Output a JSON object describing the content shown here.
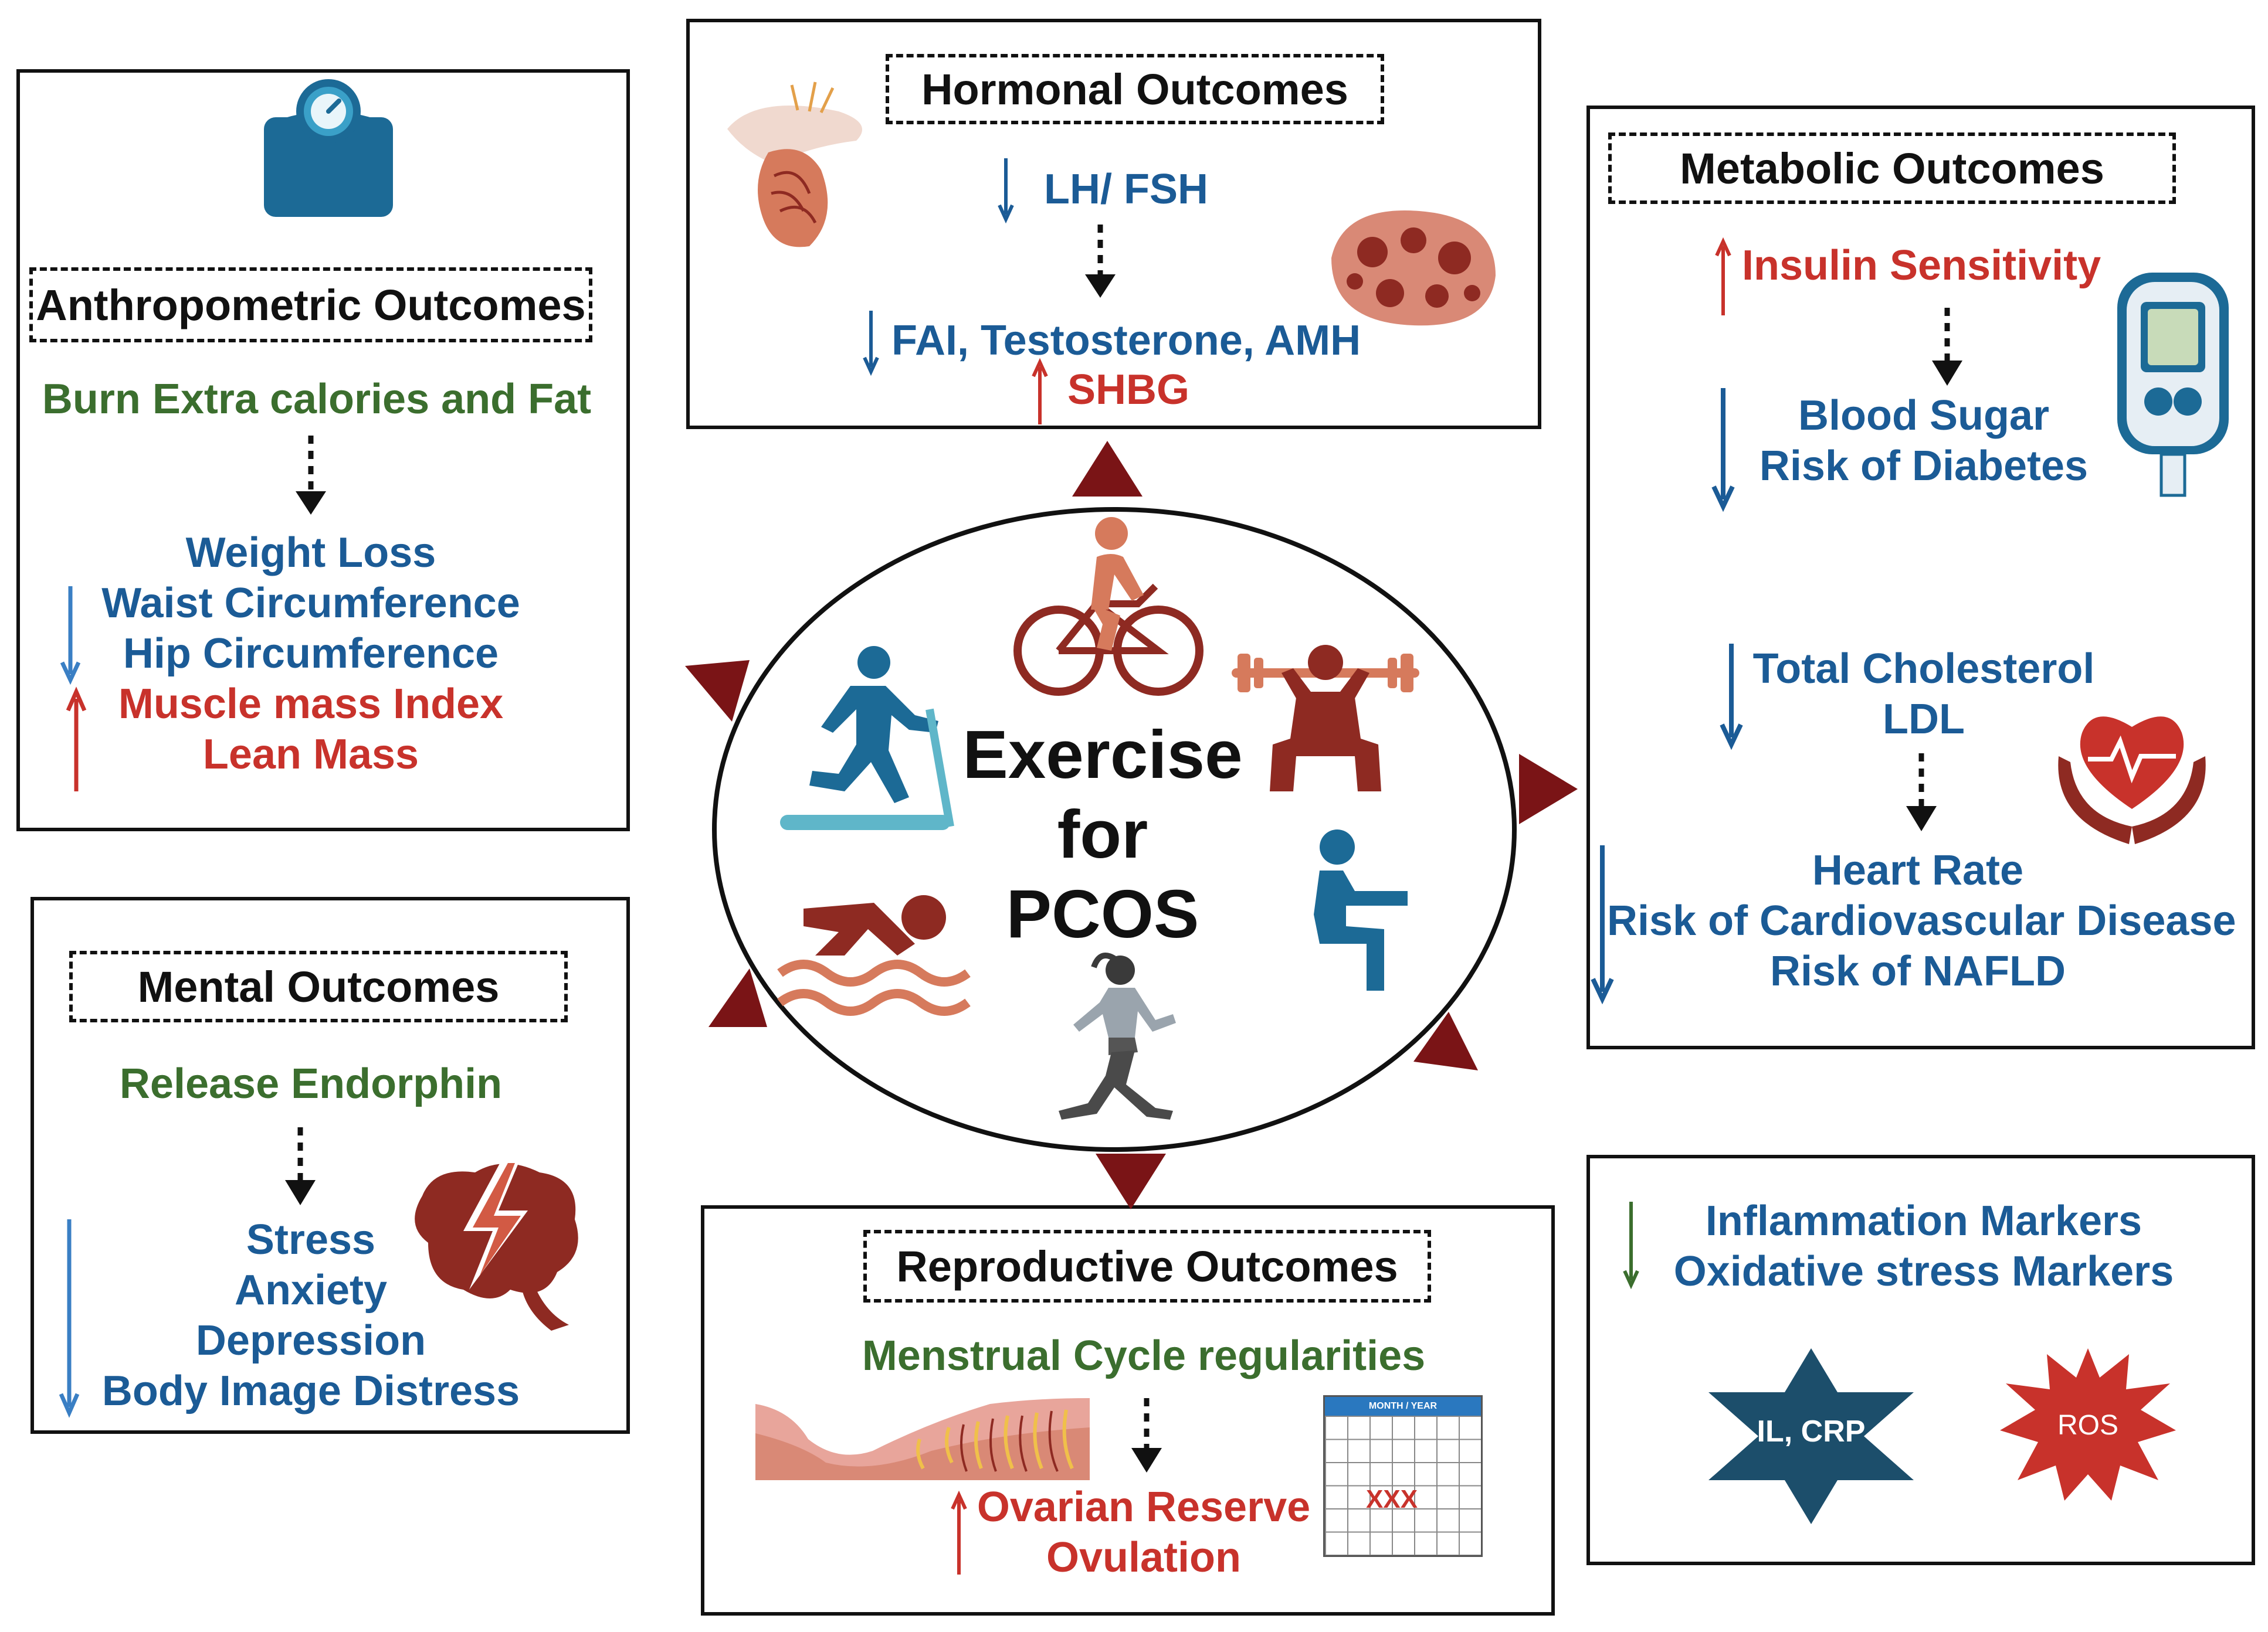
{
  "center": {
    "line1": "Exercise",
    "line2": "for",
    "line3": "PCOS"
  },
  "anthropometric": {
    "title": "Anthropometric Outcomes",
    "intro": "Burn Extra calories and Fat",
    "down": [
      "Weight Loss",
      "Waist Circumference",
      "Hip Circumference"
    ],
    "up": [
      "Muscle mass Index",
      "Lean Mass"
    ],
    "icon": "weighing-scale-icon"
  },
  "hormonal": {
    "title": "Hormonal Outcomes",
    "down1": "LH/ FSH",
    "down2": "FAI, Testosterone, AMH",
    "up": "SHBG",
    "icons": [
      "pituitary-icon",
      "ovary-icon"
    ]
  },
  "metabolic": {
    "title": "Metabolic Outcomes",
    "up": "Insulin Sensitivity",
    "down1": [
      "Blood Sugar",
      "Risk of Diabetes"
    ],
    "down2": [
      "Total Cholesterol",
      "LDL"
    ],
    "down3": [
      "Heart Rate",
      "Risk of Cardiovascular Disease",
      "Risk of NAFLD"
    ],
    "icons": [
      "glucometer-icon",
      "heart-in-hands-icon"
    ]
  },
  "mental": {
    "title": "Mental Outcomes",
    "intro": "Release Endorphin",
    "down": [
      "Stress",
      "Anxiety",
      "Depression",
      "Body Image Distress"
    ],
    "icon": "brain-lightning-icon"
  },
  "reproductive": {
    "title": "Reproductive Outcomes",
    "intro": "Menstrual Cycle regularities",
    "up": [
      "Ovarian Reserve",
      "Ovulation"
    ],
    "calendar_header": "MONTH / YEAR",
    "calendar_mark": "XXX",
    "icons": [
      "endometrium-icon",
      "calendar-icon"
    ]
  },
  "inflammation": {
    "down": [
      "Inflammation Markers",
      "Oxidative stress Markers"
    ],
    "badge1": "IL, CRP",
    "badge2": "ROS"
  },
  "colors": {
    "blue": "#1b5b96",
    "red": "#c8322b",
    "green": "#3b6e2e",
    "arrowhead": "#7a1416",
    "sport_red": "#8e2a22",
    "sport_blue": "#1c6a96"
  }
}
